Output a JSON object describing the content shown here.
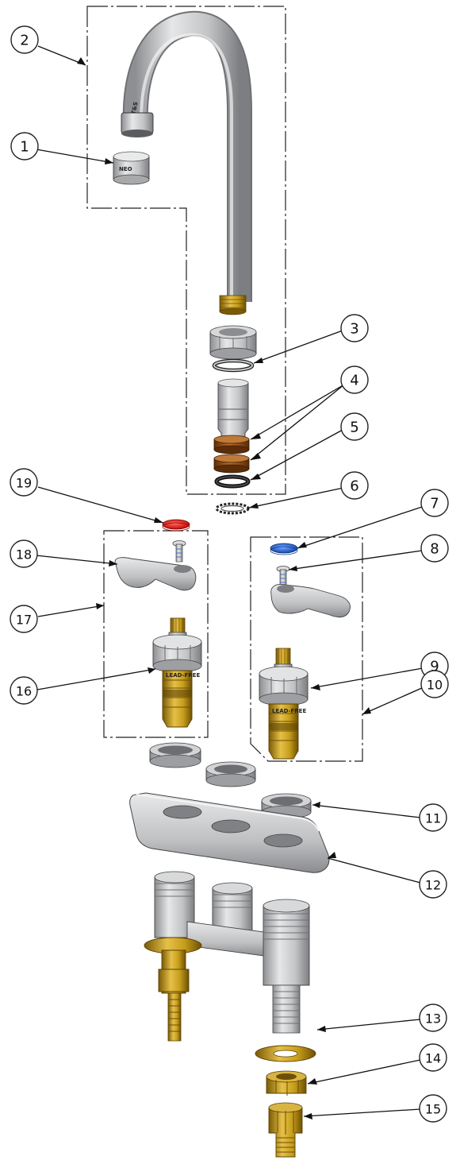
{
  "callouts": [
    {
      "id": 1,
      "label": "1"
    },
    {
      "id": 2,
      "label": "2"
    },
    {
      "id": 3,
      "label": "3"
    },
    {
      "id": 4,
      "label": "4"
    },
    {
      "id": 5,
      "label": "5"
    },
    {
      "id": 6,
      "label": "6"
    },
    {
      "id": 7,
      "label": "7"
    },
    {
      "id": 8,
      "label": "8"
    },
    {
      "id": 9,
      "label": "9"
    },
    {
      "id": 10,
      "label": "10"
    },
    {
      "id": 11,
      "label": "11"
    },
    {
      "id": 12,
      "label": "12"
    },
    {
      "id": 13,
      "label": "13"
    },
    {
      "id": 14,
      "label": "14"
    },
    {
      "id": 15,
      "label": "15"
    },
    {
      "id": 16,
      "label": "16"
    },
    {
      "id": 17,
      "label": "17"
    },
    {
      "id": 18,
      "label": "18"
    },
    {
      "id": 19,
      "label": "19"
    }
  ],
  "markings": {
    "cartridge": "LEAD-FREE"
  },
  "colors": {
    "chrome": "#c9cacb",
    "brass": "#b8900a",
    "washer_brown": "#8a4a16",
    "hot_index": "#e01010",
    "cold_index": "#1b5fcf",
    "line": "#111111"
  }
}
